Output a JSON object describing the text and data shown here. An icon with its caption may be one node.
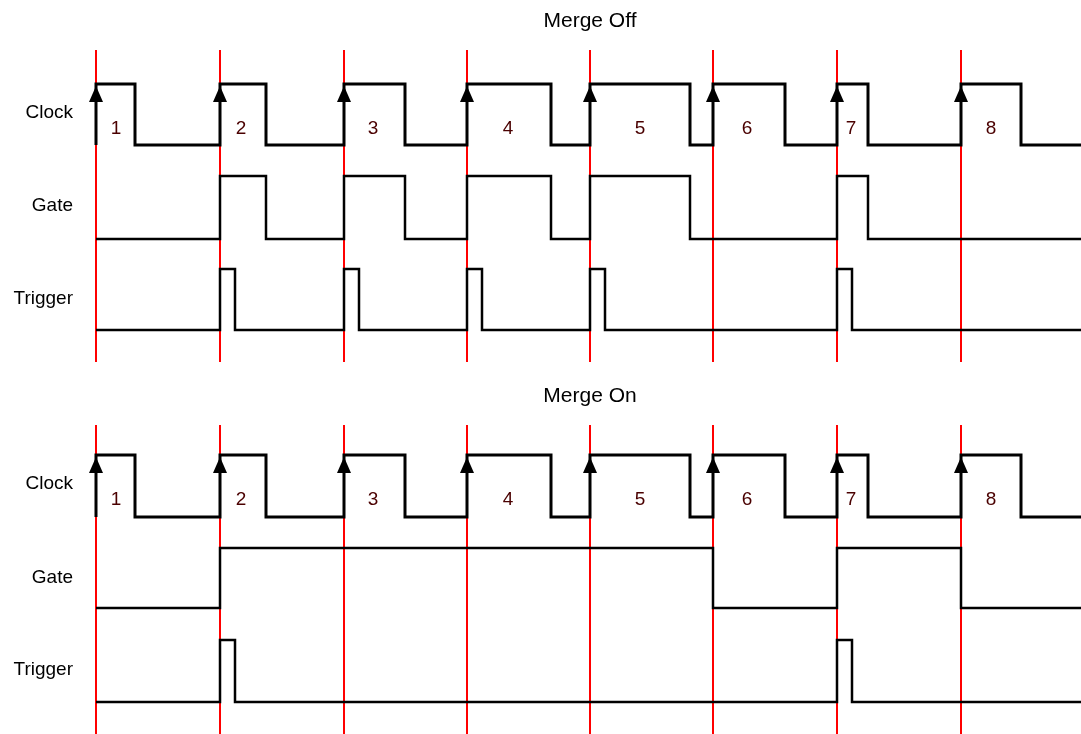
{
  "diagram": {
    "labels": [
      "Merge Off",
      "Clock",
      "1",
      "2",
      "3",
      "4",
      "5",
      "6",
      "7",
      "8",
      "Gate",
      "Trigger",
      "Merge On",
      "Clock",
      "1",
      "2",
      "3",
      "4",
      "5",
      "6",
      "7",
      "8",
      "Gate",
      "Trigger"
    ]
  }
}
